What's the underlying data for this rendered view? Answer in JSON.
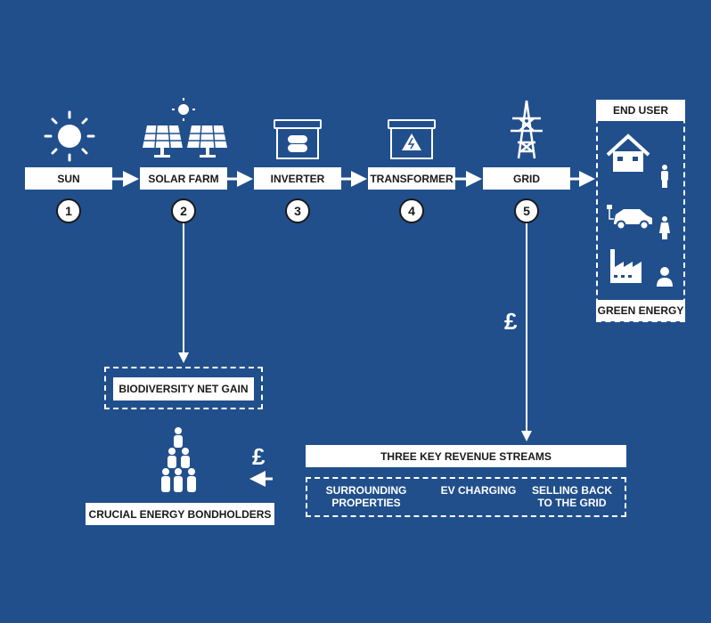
{
  "steps": [
    {
      "label": "SUN",
      "number": "1"
    },
    {
      "label": "SOLAR FARM",
      "number": "2"
    },
    {
      "label": "INVERTER",
      "number": "3"
    },
    {
      "label": "TRANSFORMER",
      "number": "4"
    },
    {
      "label": "GRID",
      "number": "5"
    }
  ],
  "end_user": {
    "title": "END USER",
    "footer": "GREEN ENERGY"
  },
  "biodiversity": "BIODIVERSITY NET GAIN",
  "revenue": {
    "title": "THREE KEY REVENUE STREAMS",
    "streams": [
      "SURROUNDING PROPERTIES",
      "EV CHARGING",
      "SELLING BACK TO THE GRID"
    ]
  },
  "bondholders": "CRUCIAL ENERGY BONDHOLDERS",
  "currency_symbol": "£",
  "colors": {
    "background": "#214f8c",
    "foreground": "#ffffff"
  }
}
